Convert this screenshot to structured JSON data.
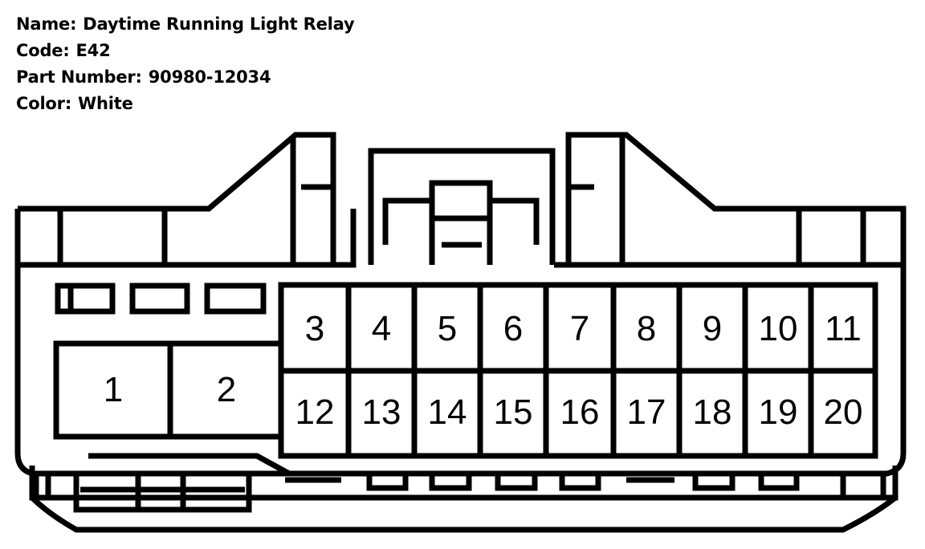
{
  "info": [
    {
      "label": "Name:",
      "value": "Daytime Running Light Relay"
    },
    {
      "label": "Code:",
      "value": "E42"
    },
    {
      "label": "Part Number:",
      "value": "90980-12034"
    },
    {
      "label": "Color:",
      "value": "White"
    }
  ],
  "pins": {
    "large": [
      "1",
      "2"
    ],
    "top_row": [
      "3",
      "4",
      "5",
      "6",
      "7",
      "8",
      "9",
      "10",
      "11"
    ],
    "bottom_row": [
      "12",
      "13",
      "14",
      "15",
      "16",
      "17",
      "18",
      "19",
      "20"
    ]
  },
  "colors": {
    "line": "#000000",
    "background": "#ffffff"
  }
}
